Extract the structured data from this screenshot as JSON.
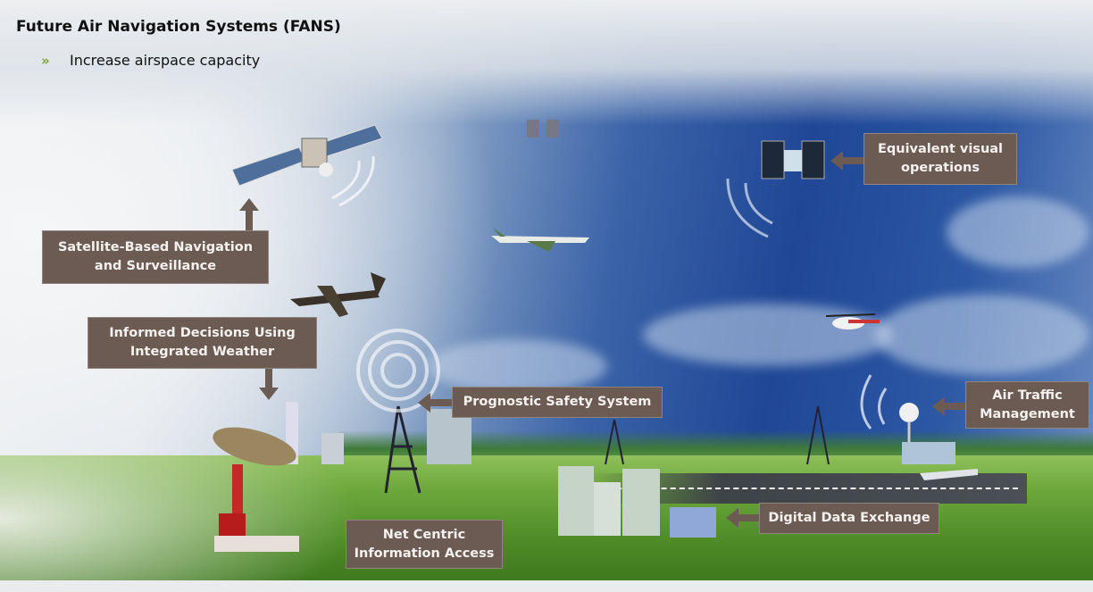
{
  "header": {
    "title": "Future Air Navigation Systems (FANS)"
  },
  "bullets": [
    {
      "icon": "double-chevron-icon",
      "text": "Increase airspace capacity"
    }
  ],
  "colors": {
    "label_bg": "#6b5b53",
    "bullet_accent": "#7aa23a"
  },
  "diagram": {
    "labels": {
      "satellite": {
        "line1": "Satellite-Based Navigation",
        "line2": "and Surveillance"
      },
      "weather": {
        "line1": "Informed Decisions Using",
        "line2": "Integrated Weather"
      },
      "prognostic": {
        "line1": "Prognostic Safety System"
      },
      "evo": {
        "line1": "Equivalent visual",
        "line2": "operations"
      },
      "atm": {
        "line1": "Air Traffic",
        "line2": "Management"
      },
      "dde": {
        "line1": "Digital Data Exchange"
      },
      "netcentric": {
        "line1": "Net Centric",
        "line2": "Information Access"
      }
    }
  }
}
